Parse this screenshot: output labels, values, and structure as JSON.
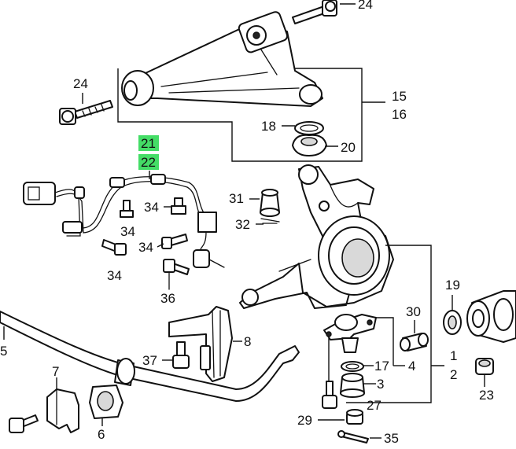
{
  "callouts": {
    "c1": "1",
    "c2": "2",
    "c3": "3",
    "c4": "4",
    "c5": "5",
    "c6": "6",
    "c7": "7",
    "c8": "8",
    "c15": "15",
    "c16": "16",
    "c17": "17",
    "c18": "18",
    "c19": "19",
    "c20": "20",
    "c21": "21",
    "c22": "22",
    "c23": "23",
    "c24a": "24",
    "c24b": "24",
    "c27": "27",
    "c29": "29",
    "c30": "30",
    "c31": "31",
    "c32": "32",
    "c34a": "34",
    "c34b": "34",
    "c34c": "34",
    "c34d": "34",
    "c35": "35",
    "c36": "36",
    "c37": "37"
  },
  "colors": {
    "highlight": "#44dd66",
    "ink": "#111111"
  }
}
